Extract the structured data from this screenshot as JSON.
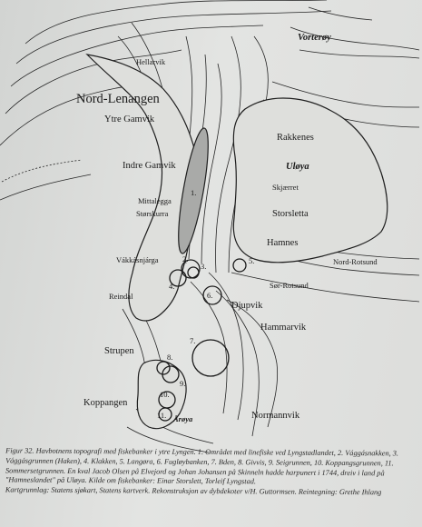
{
  "map": {
    "places": {
      "vorterov": "Vorterøy",
      "hellarvik": "Hellarvik",
      "nord_lenangen": "Nord-Lenangen",
      "ytre_gamvik": "Ytre Gamvik",
      "rakkenes": "Rakkenes",
      "indre_gamvik": "Indre Gamvik",
      "uloya": "Uløya",
      "skjaerret": "Skjærret",
      "mittalegga": "Mittalegga",
      "storsletta": "Storsletta",
      "storskurra": "Størskurra",
      "hamnes": "Hamnes",
      "vakkasnjarga": "Vákkásnjárga",
      "nord_rotsund": "Nord-Rotsund",
      "sor_rotsund": "Sør-Rotsund",
      "reindal": "Reindal",
      "djupvik": "Djupvik",
      "hammarvik": "Hammarvik",
      "strupen": "Strupen",
      "koppangen": "Koppangen",
      "normannvik": "Normannvik",
      "aroya": "Årøya"
    },
    "bank_numbers": [
      "1.",
      "2.",
      "3.",
      "4.",
      "5.",
      "6.",
      "7.",
      "8.",
      "9.",
      "10.",
      "11."
    ],
    "colors": {
      "ink": "#1b1b1b",
      "bank_fill": "#a9aaa8",
      "land": "#d9dad8"
    }
  },
  "caption": {
    "text": "Figur 32. Havbotnens topografi med fiskebanker i ytre Lyngen. 1. Området med linefiske ved Lyngstadlandet, 2. Vággásnakken, 3. Vággásgrunnen (Haken), 4. Klakken, 5. Langøra, 6. Fugløybanken, 7. Bden, 8. Givvis, 9. Seigrunnen, 10. Koppangsgrunnen, 11. Sommersetgrunnen. En kval Jacob Olsen på Elvejord og Johan Johansen på Skinneln hadde harpunert i 1744, dreiv i land på \"Hamneslandet\" på Uløya. Kilde om fiskebanker: Einar Storslett, Torleif Lyngstad.",
    "credits": "Kartgrunnlag: Statens sjøkart, Statens kartverk. Rekonstruksjon av dybdekoter v/H. Guttormsen. Reintegning: Grethe Ihlang"
  }
}
